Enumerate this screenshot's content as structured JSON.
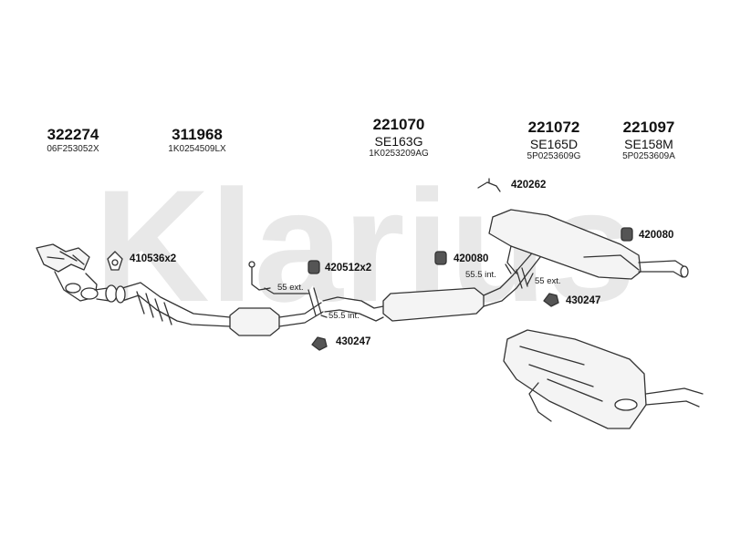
{
  "watermark": "Klarius",
  "part_blocks": [
    {
      "number": "322274",
      "oe_ref": "06F253052X"
    },
    {
      "number": "311968",
      "oe_ref": "1K0254509LX"
    },
    {
      "number": "221070",
      "series": "SE163G",
      "oe_ref": "1K0253209AG"
    },
    {
      "number": "221072",
      "series": "SE165D",
      "oe_ref": "5P0253609G"
    },
    {
      "number": "221097",
      "series": "SE158M",
      "oe_ref": "5P0253609A"
    }
  ],
  "fittings": {
    "f410536": "410536x2",
    "f420512": "420512x2",
    "f420080_mid": "420080",
    "f420262": "420262",
    "f420080_right": "420080",
    "f430247_right": "430247",
    "f430247_bottom": "430247"
  },
  "dimensions": {
    "d55ext_left": "55 ext.",
    "d555int_left": "55.5 int.",
    "d555int_right": "55.5 int.",
    "d55ext_right": "55 ext."
  },
  "colors": {
    "line": "#333333",
    "watermark": "#e6e6e6",
    "fill": "#f4f4f4"
  }
}
